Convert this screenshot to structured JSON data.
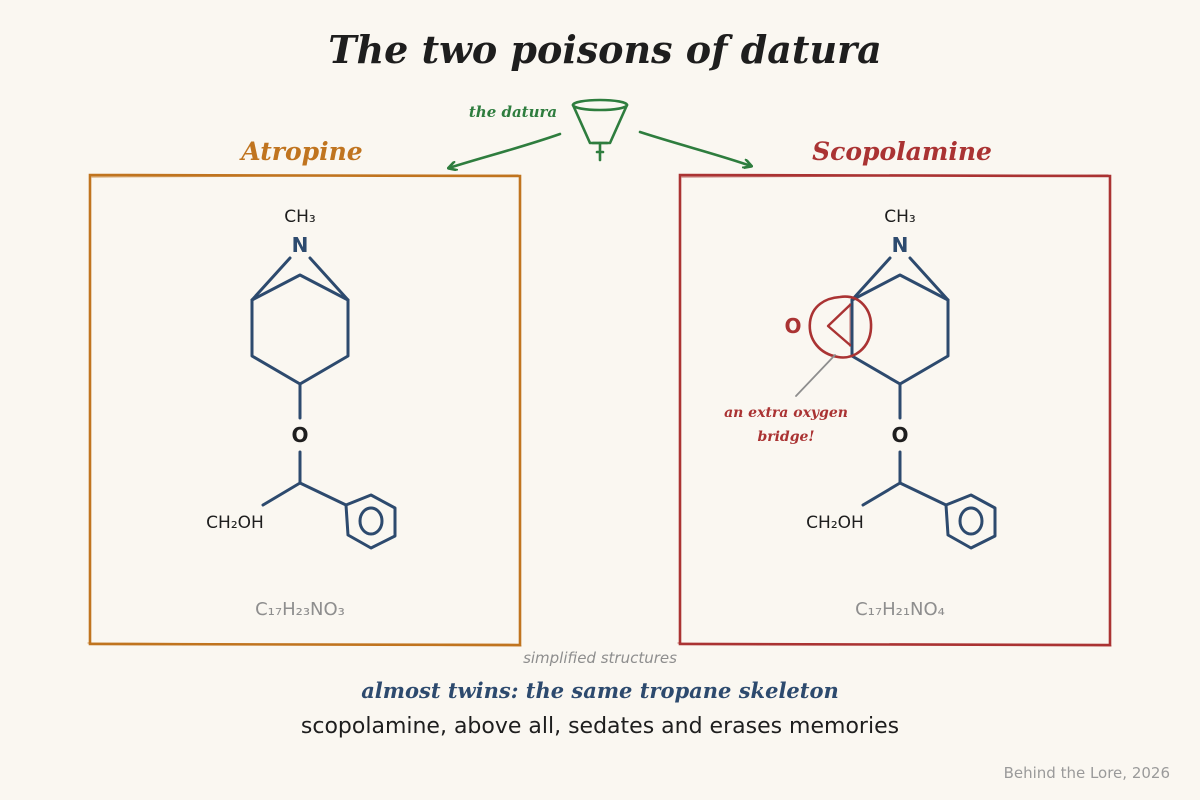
{
  "title": "The two poisons of datura",
  "plant_label": "the datura",
  "molecules": [
    {
      "name": "Atropine",
      "color": "#c0741f",
      "top_group": "CH₃",
      "nitrogen": "N",
      "ester_oxygen": "O",
      "side_group": "CH₂OH",
      "formula": "C₁₇H₂₃NO₃"
    },
    {
      "name": "Scopolamine",
      "color": "#aa3333",
      "top_group": "CH₃",
      "nitrogen": "N",
      "ester_oxygen": "O",
      "side_group": "CH₂OH",
      "formula": "C₁₇H₂₁NO₄",
      "epoxide_oxygen": "O",
      "annotation_line1": "an extra oxygen",
      "annotation_line2": "bridge!"
    }
  ],
  "simplified_label": "simplified structures",
  "twins_caption": "almost twins: the same tropane skeleton",
  "main_caption": "scopolamine, above all, sedates and erases memories",
  "credit": "Behind the Lore, 2026",
  "colors": {
    "background": "#faf7f1",
    "structure": "#2d4a6e",
    "plant": "#2e7d3e",
    "atropine": "#c0741f",
    "scopolamine": "#aa3333",
    "muted": "#8e8e8e"
  }
}
